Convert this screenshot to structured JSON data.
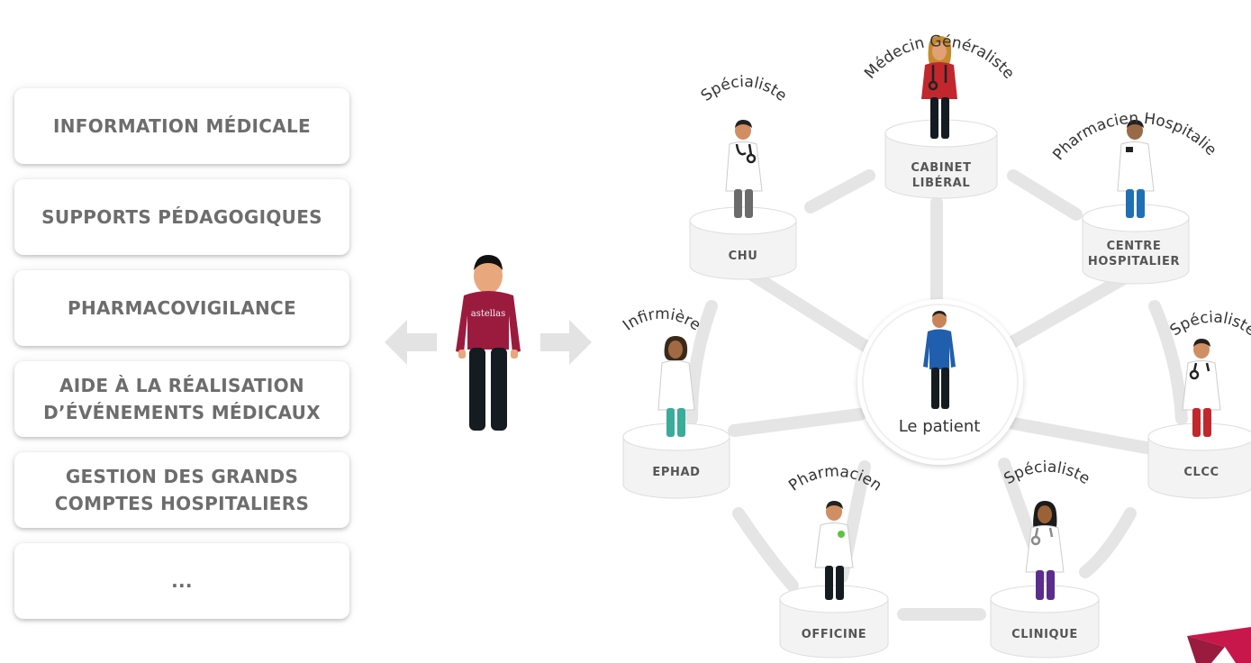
{
  "services": [
    {
      "label": "INFORMATION MÉDICALE"
    },
    {
      "label": "SUPPORTS PÉDAGOGIQUES"
    },
    {
      "label": "PHARMACOVIGILANCE"
    },
    {
      "label": "AIDE À LA RÉALISATION\nD’ÉVÉNEMENTS MÉDICAUX"
    },
    {
      "label": "GESTION DES GRANDS\nCOMPTES HOSPITALIERS"
    },
    {
      "label": "..."
    }
  ],
  "representative": {
    "shirt_text": "astellas"
  },
  "patient": {
    "label": "Le patient"
  },
  "stations": {
    "cabinet": {
      "place_line1": "CABINET",
      "place_line2": "LIBÉRAL",
      "role": "Médecin Généraliste"
    },
    "chu": {
      "place": "CHU",
      "role": "Spécialiste"
    },
    "centre": {
      "place_line1": "CENTRE",
      "place_line2": "HOSPITALIER",
      "role": "Pharmacien Hospitalier"
    },
    "ephad": {
      "place": "EPHAD",
      "role": "Infirmière"
    },
    "clcc": {
      "place": "CLCC",
      "role": "Spécialiste"
    },
    "officine": {
      "place": "OFFICINE",
      "role": "Pharmacien"
    },
    "clinique": {
      "place": "CLINIQUE",
      "role": "Spécialiste"
    }
  },
  "colors": {
    "text_gray": "#6d6d6d",
    "astellas_shirt": "#9b1b3f",
    "connector": "#e5e5e5",
    "pedestal": "#f3f3f3",
    "patient_shirt": "#1f5fae"
  }
}
